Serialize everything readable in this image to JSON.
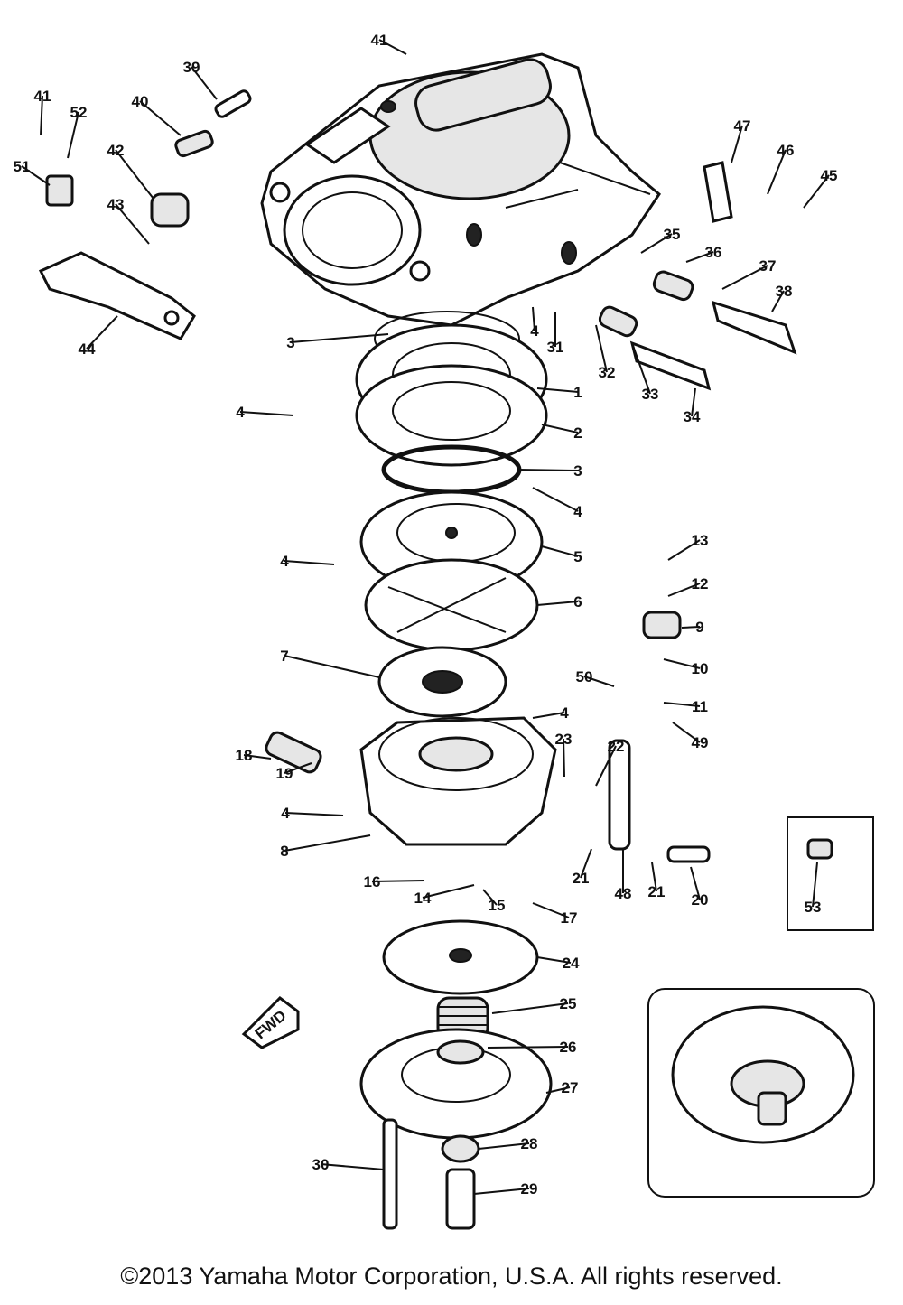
{
  "diagram": {
    "part_labels": [
      "1",
      "2",
      "3",
      "3",
      "4",
      "4",
      "4",
      "4",
      "4",
      "4",
      "5",
      "6",
      "7",
      "8",
      "9",
      "10",
      "11",
      "12",
      "13",
      "14",
      "15",
      "16",
      "17",
      "18",
      "19",
      "20",
      "21",
      "21",
      "22",
      "23",
      "24",
      "25",
      "26",
      "27",
      "28",
      "29",
      "30",
      "31",
      "32",
      "33",
      "34",
      "35",
      "36",
      "37",
      "38",
      "39",
      "40",
      "41",
      "41",
      "42",
      "43",
      "44",
      "45",
      "46",
      "47",
      "48",
      "49",
      "50",
      "51",
      "52",
      "53"
    ],
    "fwd_label": "FWD"
  },
  "copyright": "©2013 Yamaha Motor Corporation, U.S.A. All rights reserved."
}
